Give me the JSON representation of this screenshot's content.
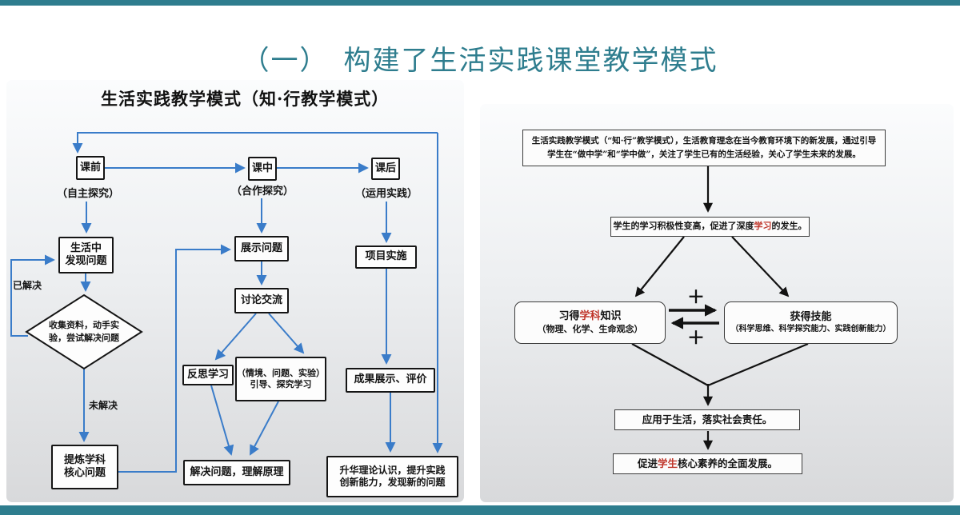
{
  "slide": {
    "title": "（一）　构建了生活实践课堂教学模式"
  },
  "left": {
    "subtitle": "生活实践教学模式（知·行教学模式）",
    "pre_class": "课前",
    "pre_class_note": "（自主探究）",
    "in_class": "课中",
    "in_class_note": "（合作探究）",
    "after_class": "课后",
    "after_class_note": "（运用实践）",
    "find_problem_l1": "生活中",
    "find_problem_l2": "发现问题",
    "diamond_l1": "收集资料，动手实",
    "diamond_l2": "验，尝试解决问题",
    "solved_label": "已解决",
    "unsolved_label": "未解决",
    "core_l1": "提炼学科",
    "core_l2": "核心问题",
    "show_problem": "展示问题",
    "discuss": "讨论交流",
    "reflect": "反思学习",
    "guide_l1": "（情境、问题、实验）",
    "guide_l2": "引导、探究学习",
    "solve": "解决问题，理解原理",
    "project": "项目实施",
    "results": "成果展示、评价",
    "sublimate_l1": "升华理论认识，提升实践",
    "sublimate_l2": "创新能力，发现新的问题"
  },
  "right": {
    "intro": "生活实践教学模式（“知·行”教学模式），生活教育理念在当今教育环境下的新发展，通过引导学生在“做中学”和“学中做”，关注了学生已有的生活经验，关心了学生未来的发展。",
    "outcome_pre": "学生的学习积极性变高，促进了深度",
    "outcome_red": "学习",
    "outcome_post": "的发生。",
    "knowledge_pre": "习得",
    "knowledge_red": "学科",
    "knowledge_post": "知识",
    "knowledge_sub": "（物理、化学、生命观念）",
    "skill_title": "获得技能",
    "skill_sub": "（科学思维、科学探究能力、实践创新能力）",
    "plus_top": "＋",
    "plus_bottom": "＋",
    "apply": "应用于生活，落实社会责任。",
    "develop_pre": "促进",
    "develop_red": "学生",
    "develop_post": "核心素养的全面发展。"
  },
  "colors": {
    "accent": "#2e7d8e",
    "arrow_blue": "#3a7cc9",
    "red_text": "#bf352a"
  }
}
